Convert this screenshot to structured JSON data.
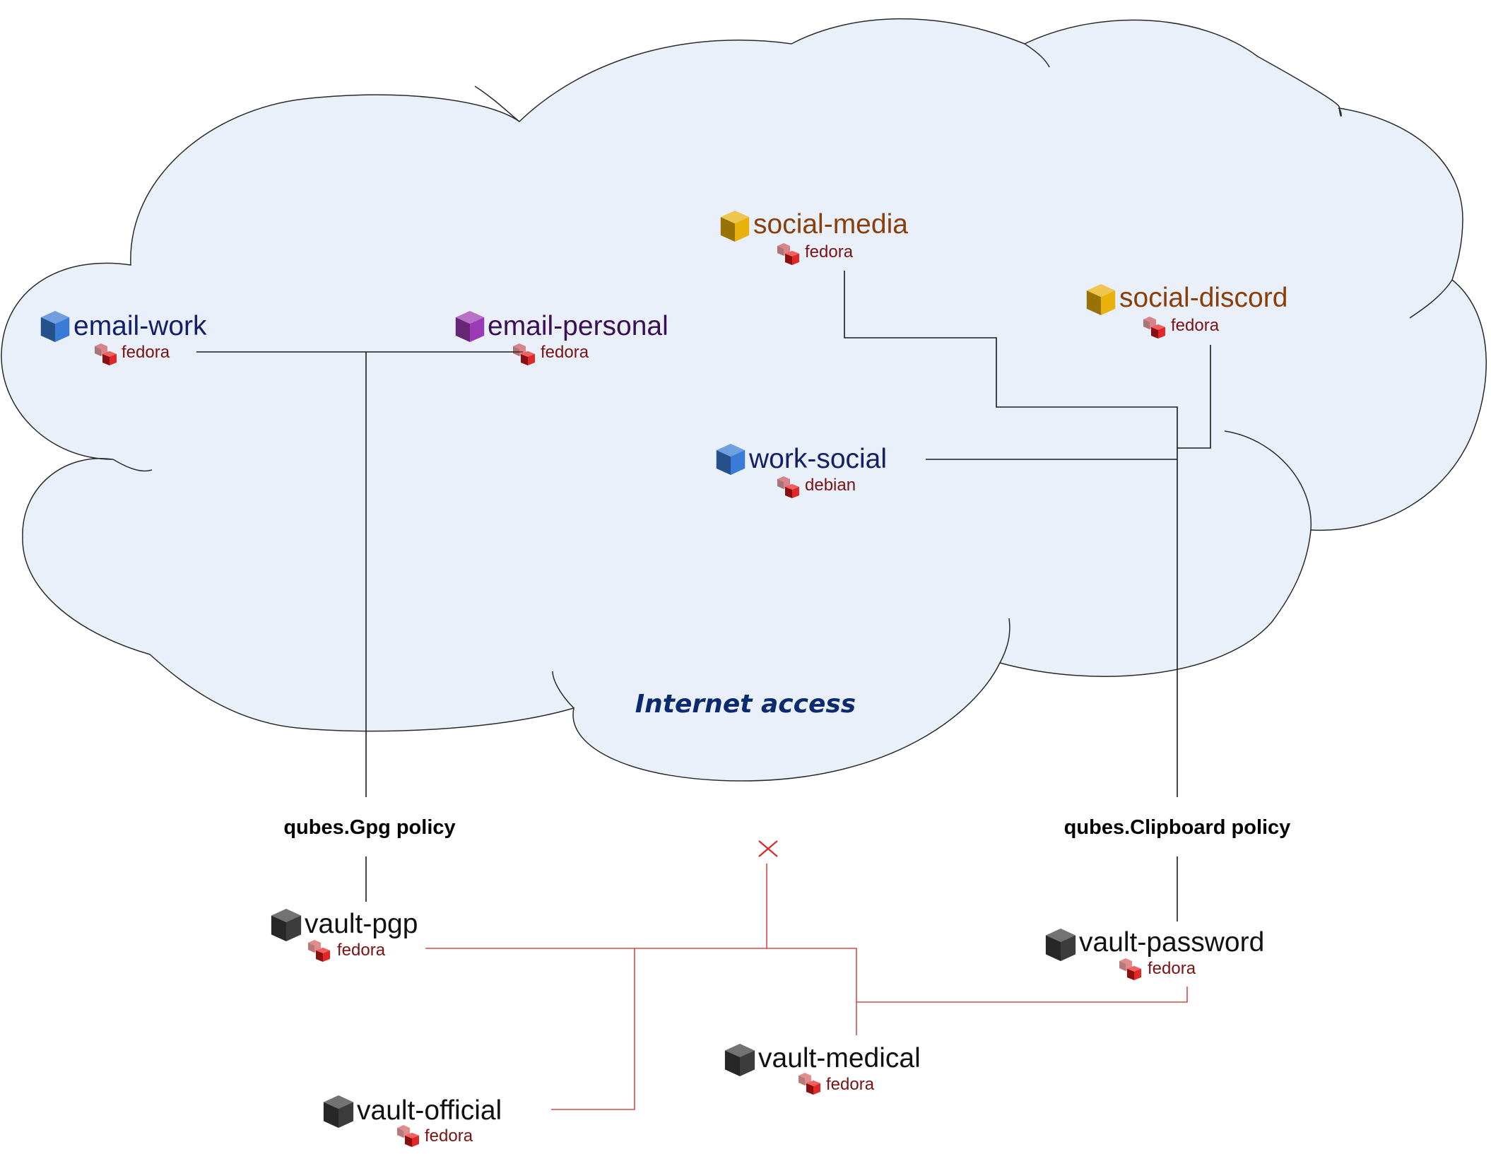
{
  "cloud": {
    "label": "Internet access"
  },
  "qubes": {
    "email_work": {
      "name": "email-work",
      "template": "fedora",
      "color": "#3a7bd5",
      "text_color": "#12206a"
    },
    "email_personal": {
      "name": "email-personal",
      "template": "fedora",
      "color": "#9b3bb5",
      "text_color": "#3b0f55"
    },
    "social_media": {
      "name": "social-media",
      "template": "fedora",
      "color": "#e8b10c",
      "text_color": "#8a3e0a"
    },
    "social_discord": {
      "name": "social-discord",
      "template": "fedora",
      "color": "#e8b10c",
      "text_color": "#8a3e0a"
    },
    "work_social": {
      "name": "work-social",
      "template": "debian",
      "color": "#3a7bd5",
      "text_color": "#12206a"
    },
    "vault_pgp": {
      "name": "vault-pgp",
      "template": "fedora",
      "color": "#3d3d3d",
      "text_color": "#111111"
    },
    "vault_password": {
      "name": "vault-password",
      "template": "fedora",
      "color": "#3d3d3d",
      "text_color": "#111111"
    },
    "vault_medical": {
      "name": "vault-medical",
      "template": "fedora",
      "color": "#3d3d3d",
      "text_color": "#111111"
    },
    "vault_official": {
      "name": "vault-official",
      "template": "fedora",
      "color": "#3d3d3d",
      "text_color": "#111111"
    }
  },
  "policies": {
    "gpg": "qubes.Gpg policy",
    "clipboard": "qubes.Clipboard policy"
  },
  "colors": {
    "cloud_fill": "#e9f0fa",
    "cloud_stroke": "#2a2a2a",
    "policy_link": "#1a1a1a",
    "blocked_link": "#d94a4a",
    "template_cube": "#d42a2a"
  },
  "icons": {
    "qube": "cube-icon",
    "template": "template-cubes-icon",
    "blocked": "x-mark-icon"
  }
}
